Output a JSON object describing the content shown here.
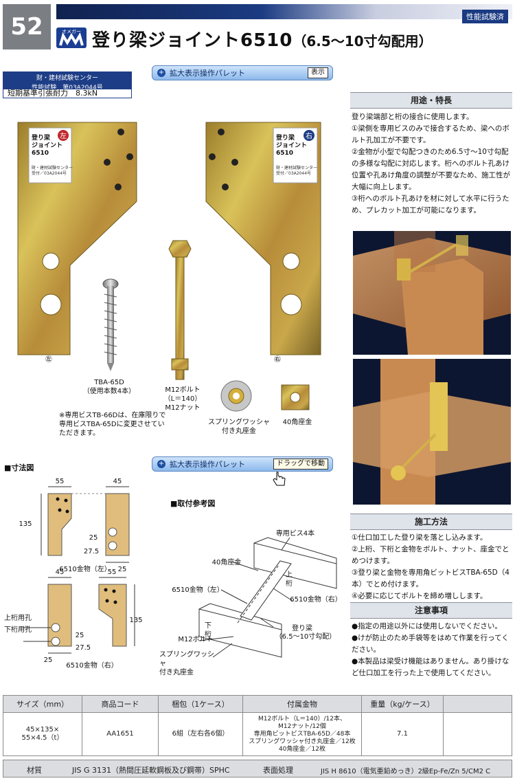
{
  "page": {
    "number": "52",
    "tested_badge": "性能試験済"
  },
  "brand": {
    "logo_text": "オメガー"
  },
  "product": {
    "title_main": "登り梁ジョイント6510",
    "title_sub": "（6.5〜10寸勾配用）"
  },
  "certification": {
    "line1": "財・建材試験センター",
    "line2": "性能試験　第03A2044号",
    "strength": "短期基準引張耐力　8.3kN"
  },
  "palette_top": {
    "label": "拡大表示操作パレット",
    "button": "表示"
  },
  "palette_mid": {
    "label": "拡大表示操作パレット",
    "button": "ドラッグで移動"
  },
  "plates": {
    "left_label": "登り梁\nジョイント\n6510",
    "left_mark": "左",
    "right_label": "登り梁\nジョイント\n6510",
    "right_mark": "右",
    "cert_small": "財・建材試験センター\n受付／03A2044号",
    "left_caption": "㊧",
    "right_caption": "㊨"
  },
  "parts": {
    "screw_name": "TBA-65D",
    "screw_qty": "（使用本数4本）",
    "screw_note": "※専用ビスTB-66Dは、在庫限りで専用ビスTBA-65Dに変更させていただきます。",
    "bolt_name": "M12ボルト",
    "bolt_len": "（L＝140）",
    "nut_name": "M12ナット",
    "washer_name": "スプリングワッシャ\n付き丸座金",
    "square_washer": "40角座金"
  },
  "features": {
    "heading": "用途・特長",
    "intro": "登り梁端部と桁の接合に使用します。",
    "items": [
      "①梁側を専用ビスのみで接合するため、梁へのボルト孔加工が不要です。",
      "②金物が小型で勾配つきのため6.5寸〜10寸勾配の多様な勾配に対応します。桁へのボルト孔あけ位置や孔あけ角度の調整が不要なため、施工性が大幅に向上します。",
      "③桁へのボルト孔あけを材に対して水平に行うため、プレカット加工が可能になります。"
    ]
  },
  "dimensions": {
    "heading": "■寸法図",
    "d55": "55",
    "d45": "45",
    "d135": "135",
    "d25": "25",
    "d275": "27.5",
    "left_caption": "6510金物（左）",
    "right_caption": "6510金物（右）",
    "upper_hole": "上桁用孔",
    "lower_hole": "下桁用孔"
  },
  "install_ref": {
    "heading": "■取付参考図",
    "screw4": "専用ビス4本",
    "sqwasher": "40角座金",
    "left_hw": "6510金物（左）",
    "right_hw": "6510金物（右）",
    "upper_beam": "上\n桁",
    "lower_beam": "下\n桁",
    "bolt": "M12ボルト",
    "washer": "スプリングワッシャ\n付き丸座金",
    "rafter": "登り梁",
    "pitch": "（6.5〜10寸勾配）"
  },
  "method": {
    "heading": "施工方法",
    "items": [
      "①仕口加工した登り梁を落とし込みます。",
      "②上桁、下桁と金物をボルト、ナット、座金でとめつけます。",
      "③登り梁と金物を専用角ビットビスTBA-65D（4本）でとめ付けます。",
      "④必要に応じてボルトを締め増しします。"
    ]
  },
  "caution": {
    "heading": "注意事項",
    "items": [
      "●指定の用途以外には使用しないでください。",
      "●けが防止のため手袋等をはめて作業を行ってください。",
      "●本製品は梁受け機能はありません。あり掛けなど仕口加工を行った上で使用してください。"
    ]
  },
  "spec_table": {
    "headers": [
      "サイズ（mm）",
      "商品コード",
      "梱包（1ケース）",
      "付属金物",
      "重量（kg/ケース）",
      ""
    ],
    "row": {
      "size": "45×135×\n55×4.5（t）",
      "code": "AA1651",
      "pack": "6組（左右各6個）",
      "accessories": "M12ボルト（L＝140）/12本、\nM12ナット/12個\n専用角ビットビスTBA-65D／48本\nスプリングワッシャ付き丸座金／12枚\n40角座金／12枚",
      "weight": "7.1"
    }
  },
  "material": {
    "label": "材質",
    "value": "JIS G 3131（熱間圧延軟鋼板及び鋼帯）SPHC",
    "surface_label": "表面処理",
    "surface_value": "JIS H 8610（電気亜鉛めっき）2級Ep-Fe/Zn 5/CM2 C"
  },
  "colors": {
    "navy": "#1d3d86",
    "plate_gold": "#c9a43a",
    "wood": "#c8864c"
  }
}
